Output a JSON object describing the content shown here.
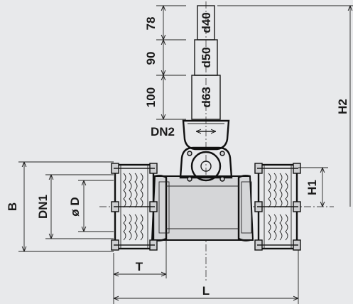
{
  "labels": {
    "seg_78": "78",
    "seg_90": "90",
    "seg_100": "100",
    "d40": "d40",
    "d50": "d50",
    "d63": "d63",
    "dn2": "DN2",
    "h2": "H2",
    "h1": "H1",
    "b": "B",
    "dn1": "DN1",
    "d": "ø D",
    "t": "T",
    "l": "L"
  },
  "colors": {
    "background": "#e8e9eb",
    "line": "#1a1a1a",
    "body_fill": "#d5d6d8"
  }
}
